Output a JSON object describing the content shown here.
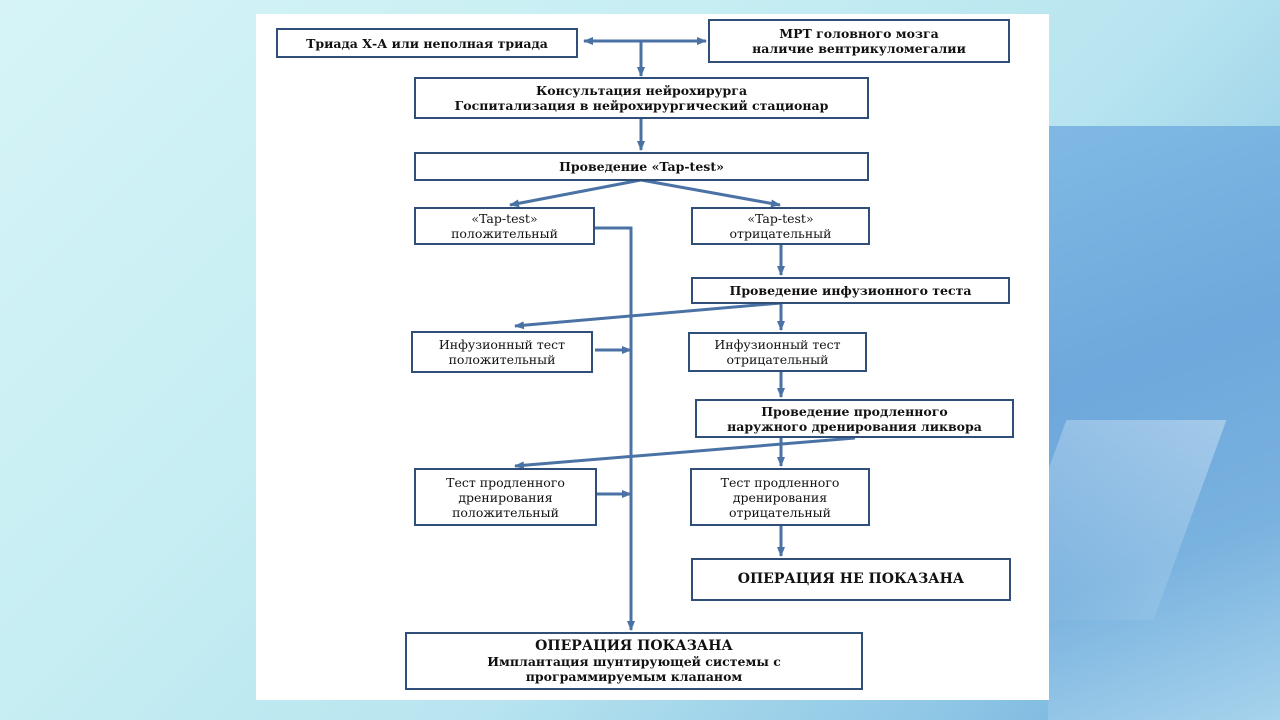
{
  "nodes": {
    "triad": "Триада Х-А или неполная триада",
    "mri_title": "МРТ головного мозга",
    "mri_sub": "наличие вентрикуломегалии",
    "consult_title": "Консультация нейрохирурга",
    "consult_sub": "Госпитализация в нейрохирургический стационар",
    "tap_test": "Проведение «Tap-test»",
    "tap_pos_1": "«Tap-test»",
    "tap_pos_2": "положительный",
    "tap_neg_1": "«Tap-test»",
    "tap_neg_2": "отрицательный",
    "infusion": "Проведение инфузионного теста",
    "inf_pos_1": "Инфузионный тест",
    "inf_pos_2": "положительный",
    "inf_neg_1": "Инфузионный тест",
    "inf_neg_2": "отрицательный",
    "drain_1": "Проведение продленного",
    "drain_2": "наружного дренирования ликвора",
    "drain_pos_1": "Тест продленного",
    "drain_pos_2": "дренирования",
    "drain_pos_3": "положительный",
    "drain_neg_1": "Тест продленного",
    "drain_neg_2": "дренирования",
    "drain_neg_3": "отрицательный",
    "no_surgery": "ОПЕРАЦИЯ НЕ ПОКАЗАНА",
    "surgery_title": "ОПЕРАЦИЯ ПОКАЗАНА",
    "surgery_sub_1": "Имплантация шунтирующей системы с",
    "surgery_sub_2": "программируемым клапаном"
  },
  "colors": {
    "arrow": "#4a72a4",
    "border": "#2f4f78"
  }
}
